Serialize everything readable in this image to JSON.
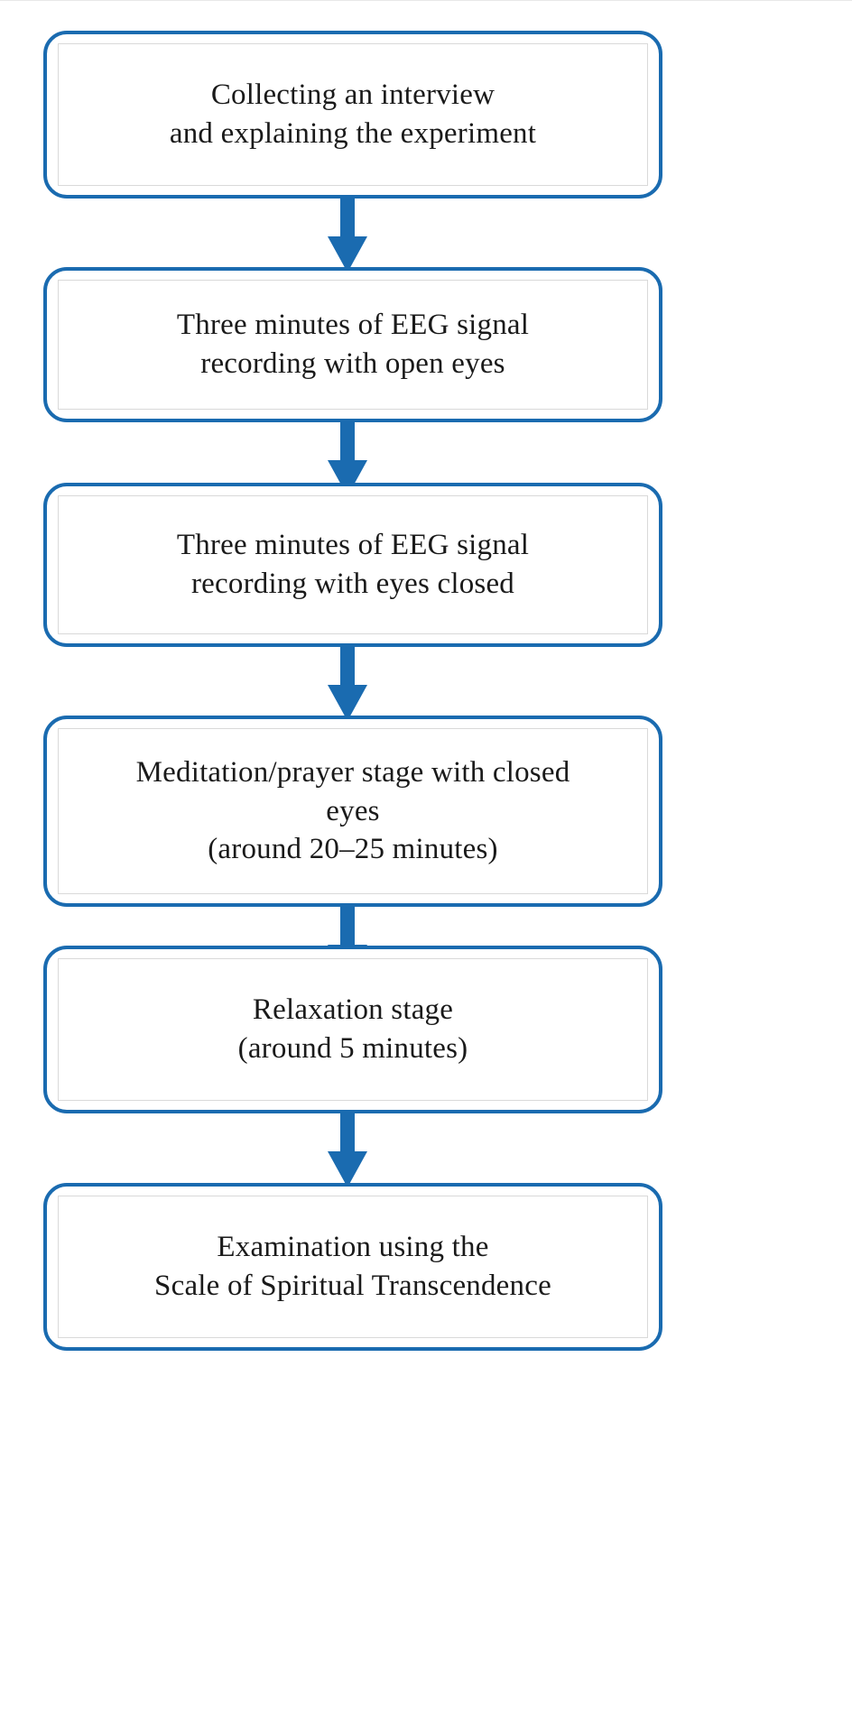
{
  "figure": {
    "type": "flowchart",
    "orientation": "vertical-top-to-bottom",
    "title_text": "",
    "background_color": "#ffffff",
    "box_border_color": "#1a6bb0",
    "inner_frame_color": "#d9d9d9",
    "arrow_color": "#1a6bb0",
    "text_color": "#1a1a1a"
  },
  "nodes": [
    {
      "id": "node-1",
      "name": "collecting-interview",
      "lines": [
        "Collecting an interview",
        "and explaining  the experiment"
      ],
      "text": "Collecting an interview\nand explaining  the experiment"
    },
    {
      "id": "node-2",
      "name": "eeg-open-eyes",
      "lines": [
        "Three minutes of EEG signal",
        "recording with open eyes"
      ],
      "text": "Three minutes of EEG signal\nrecording with open eyes"
    },
    {
      "id": "node-3",
      "name": "eeg-closed-eyes",
      "lines": [
        "Three minutes of EEG signal",
        "recording with eyes closed"
      ],
      "text": "Three minutes of EEG signal\nrecording with eyes closed"
    },
    {
      "id": "node-4",
      "name": "meditation-prayer-stage",
      "lines": [
        "Meditation/prayer stage with closed",
        "eyes",
        "(around 20–25 minutes)"
      ],
      "text": "Meditation/prayer stage with closed\neyes\n(around 20–25 minutes)"
    },
    {
      "id": "node-5",
      "name": "relaxation-stage",
      "lines": [
        "Relaxation stage",
        "(around 5 minutes)"
      ],
      "text": "Relaxation stage\n(around 5 minutes)"
    },
    {
      "id": "node-6",
      "name": "examination-spiritual-transcendence",
      "lines": [
        "Examination using the",
        "Scale of Spiritual Transcendence"
      ],
      "text": "Examination using the\nScale of Spiritual Transcendence"
    }
  ],
  "edges": [
    {
      "id": "edge-1",
      "from": "node-1",
      "to": "node-2",
      "label": ""
    },
    {
      "id": "edge-2",
      "from": "node-2",
      "to": "node-3",
      "label": ""
    },
    {
      "id": "edge-3",
      "from": "node-3",
      "to": "node-4",
      "label": ""
    },
    {
      "id": "edge-4",
      "from": "node-4",
      "to": "node-5",
      "label": ""
    },
    {
      "id": "edge-5",
      "from": "node-5",
      "to": "node-6",
      "label": ""
    }
  ]
}
